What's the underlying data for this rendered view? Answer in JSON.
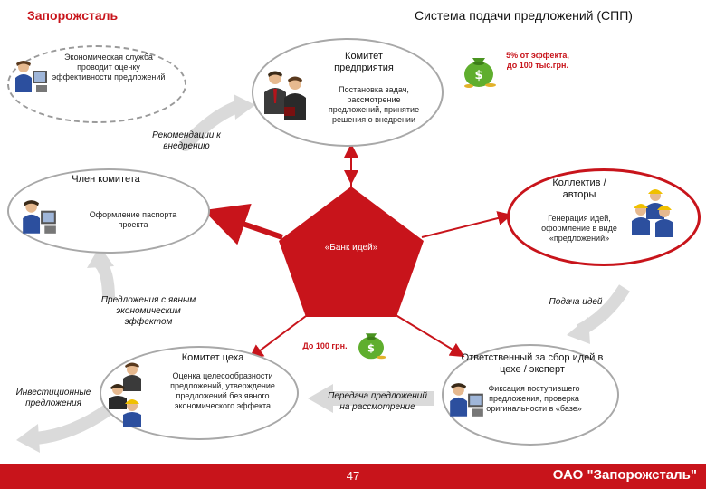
{
  "header": {
    "brand": "Запорожсталь",
    "title": "Система подачи предложений (СПП)"
  },
  "nodes": {
    "economic": {
      "text": "Экономическая служба проводит оценку эффективности предложений"
    },
    "committee": {
      "heading": "Комитет предприятия",
      "text": "Постановка задач, рассмотрение предложений, принятие решения о внедрении"
    },
    "member": {
      "heading": "Член комитета",
      "text": "Оформление паспорта проекта"
    },
    "collective": {
      "heading": "Коллектив / авторы",
      "text": "Генерация идей, оформление в виде «предложений»"
    },
    "bank": {
      "label": "«Банк идей»"
    },
    "shop": {
      "heading": "Комитет цеха",
      "text": "Оценка целесообразности предложений, утверждение предложений без явного экономического эффекта"
    },
    "responsible": {
      "heading": "Ответственный за сбор идей в цехе / эксперт",
      "text": "Фиксация поступившего предложения, проверка оригинальности в «базе»"
    }
  },
  "labels": {
    "recommend": "Рекомендации к внедрению",
    "proposals_effect": "Предложения с явным экономическим эффектом",
    "invest": "Инвестиционные предложения",
    "submit": "Подача идей",
    "transfer": "Передача предложений на рассмотрение"
  },
  "rewards": {
    "top": "5% от эффекта, до 100 тыс.грн.",
    "bottom": "До 100 грн."
  },
  "icons": {
    "money_bag": "money-bag-icon",
    "person_computer": "person-at-computer-icon",
    "business_people": "business-people-icon",
    "workers": "workers-hardhat-icon"
  },
  "colors": {
    "accent": "#c8141b",
    "arrow_grey": "#d9d9d9"
  },
  "footer": {
    "page": "47",
    "company": "ОАО \"Запорожсталь\""
  }
}
